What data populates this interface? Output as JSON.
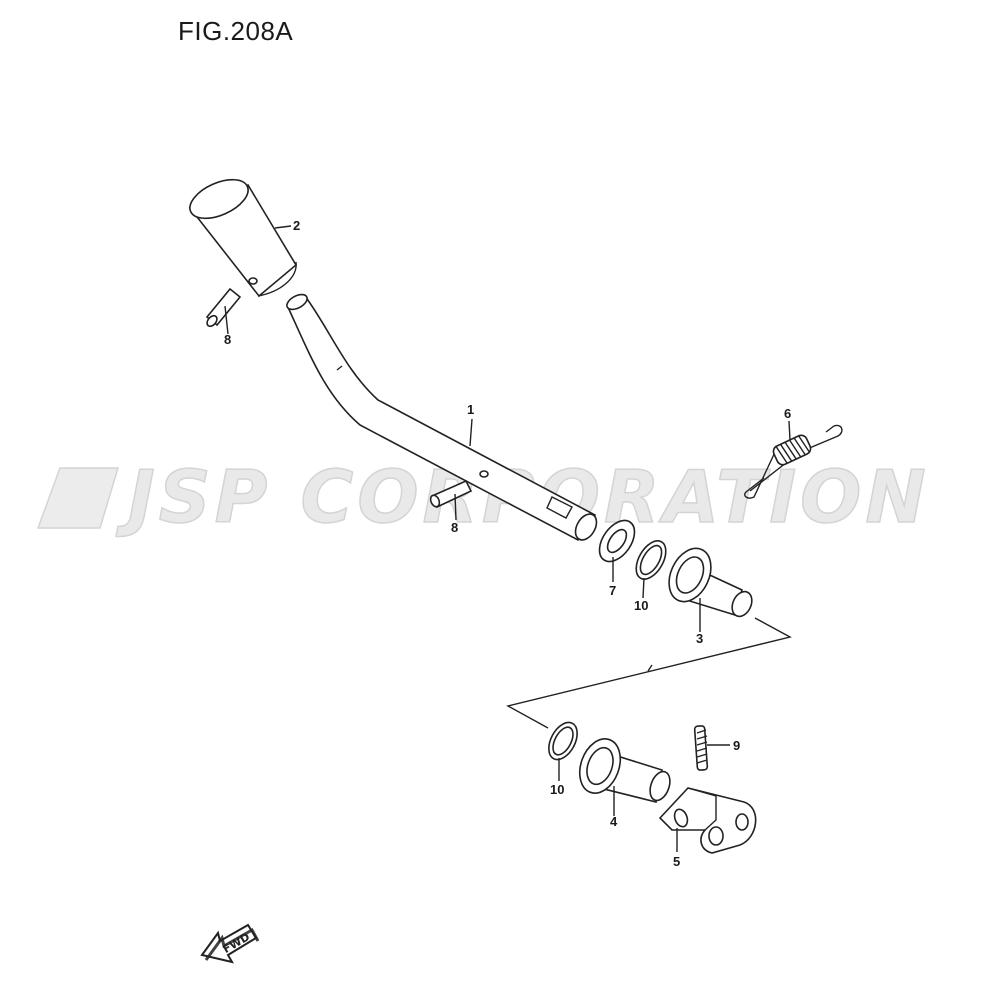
{
  "figure_title": "FIG.208A",
  "watermark": "JSP CORPORATION",
  "fwd_label": "FWD",
  "callouts": {
    "c1": "1",
    "c2": "2",
    "c3": "3",
    "c4": "4",
    "c5": "5",
    "c6": "6",
    "c7": "7",
    "c8a": "8",
    "c8b": "8",
    "c9": "9",
    "c10a": "10",
    "c10b": "10"
  }
}
